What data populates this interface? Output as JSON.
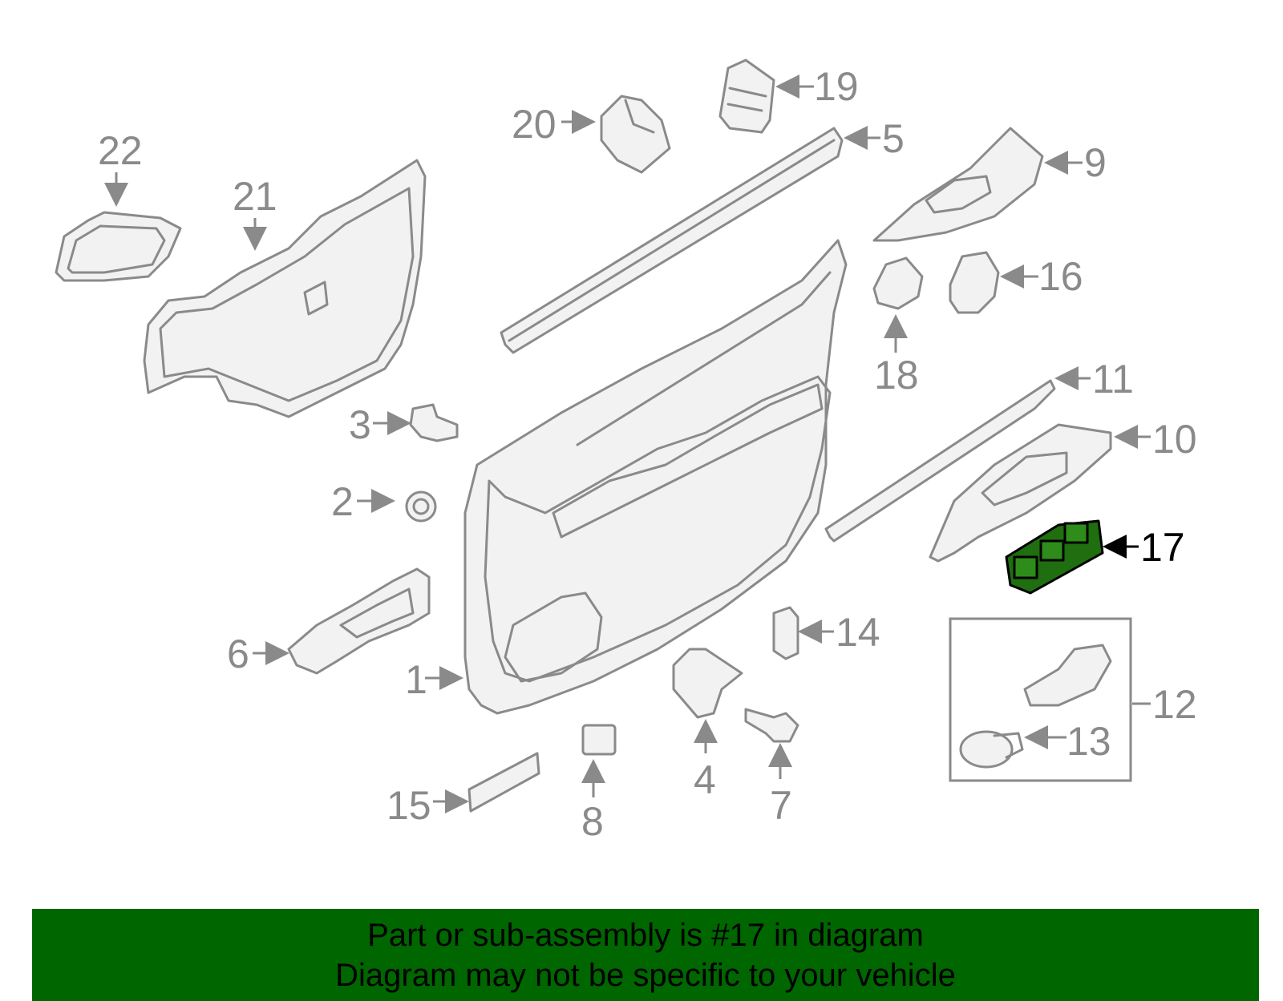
{
  "diagram": {
    "highlighted_part": "17",
    "highlight_color": "#1f6e0f",
    "part_color": "#8a8a8a",
    "callouts": {
      "c1": "1",
      "c2": "2",
      "c3": "3",
      "c4": "4",
      "c5": "5",
      "c6": "6",
      "c7": "7",
      "c8": "8",
      "c9": "9",
      "c10": "10",
      "c11": "11",
      "c12": "12",
      "c13": "13",
      "c14": "14",
      "c15": "15",
      "c16": "16",
      "c17": "17",
      "c18": "18",
      "c19": "19",
      "c20": "20",
      "c21": "21",
      "c22": "22"
    }
  },
  "footer": {
    "line1": "Part or sub-assembly is #17 in diagram",
    "line2": "Diagram may not be specific to your vehicle",
    "background": "#006600"
  }
}
